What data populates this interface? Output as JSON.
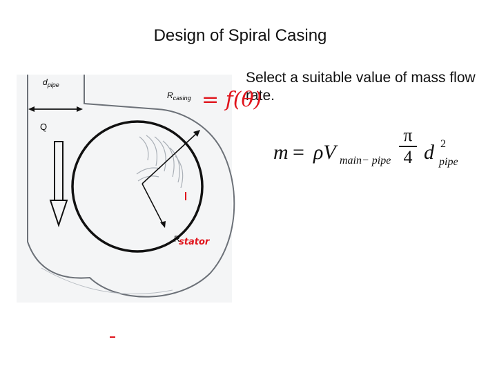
{
  "slide": {
    "title": "Design of Spiral Casing",
    "bullet": "Select a suitable value of mass flow rate."
  },
  "figure": {
    "labels": {
      "d_main": "d",
      "d_sub": "pipe",
      "q": "Q",
      "rcasing_main": "R",
      "rcasing_sub": "casing",
      "r_main": "R"
    },
    "handwriting": {
      "function_note": "= f(θ)",
      "r_sub_note": "stator"
    },
    "colors": {
      "ink": "#111111",
      "handwriting": "#e0141c",
      "scan": "#9aa3ad"
    }
  },
  "formula": {
    "lhs": "m",
    "equals": "=",
    "rho_v": "ρV",
    "v_sub": "main− pipe",
    "pi": "π",
    "four": "4",
    "d": "d",
    "exp": "2",
    "d_sub": "pipe"
  }
}
